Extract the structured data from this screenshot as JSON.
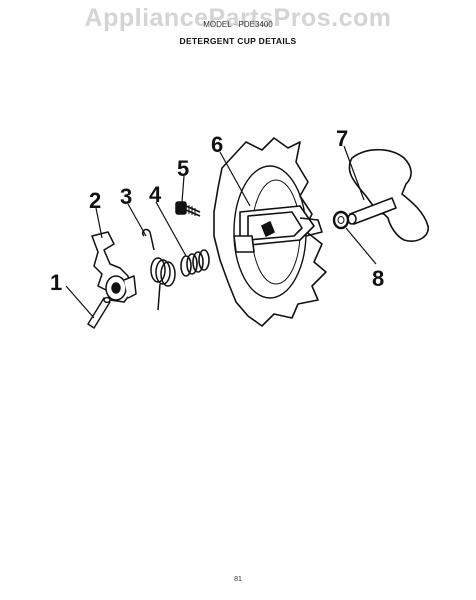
{
  "watermark": "AppliancePartsPros.com",
  "header": {
    "model_line": "MODEL · PDE3400",
    "title": "DETERGENT CUP DETAILS"
  },
  "callouts": [
    "1",
    "2",
    "3",
    "4",
    "5",
    "6",
    "7",
    "8"
  ],
  "footer": {
    "page_number": "81"
  }
}
